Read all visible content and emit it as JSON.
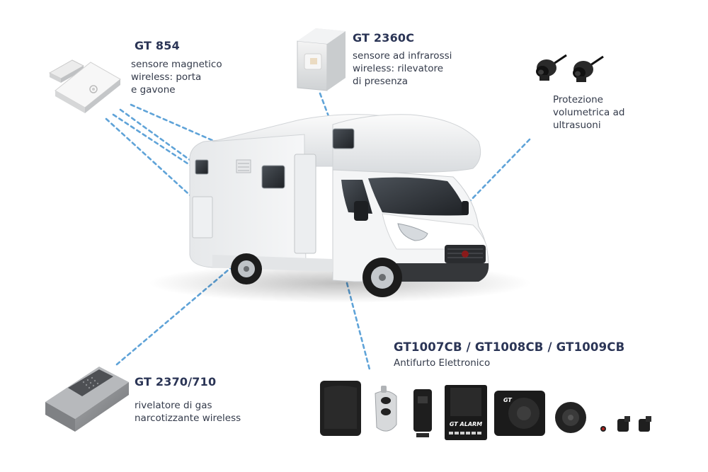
{
  "products": {
    "gt854": {
      "code": "GT 854",
      "desc_lines": [
        "sensore magnetico",
        "wireless: porta",
        "e gavone"
      ]
    },
    "gt2360c": {
      "code": "GT 2360C",
      "desc_lines": [
        "sensore ad infrarossi",
        "wireless: rilevatore",
        "di presenza"
      ]
    },
    "ultrasound": {
      "desc_lines": [
        "Protezione",
        "volumetrica ad",
        "ultrasuoni"
      ]
    },
    "gt2370": {
      "code": "GT 2370/710",
      "desc_lines": [
        "rivelatore di gas",
        "narcotizzante wireless"
      ]
    },
    "alarm_kit": {
      "code": "GT1007CB / GT1008CB / GT1009CB",
      "desc": "Antifurto Elettronico",
      "logo_text": "GT ALARM",
      "siren_logo": "GT"
    }
  },
  "colors": {
    "heading": "#2b3556",
    "text": "#333a4a",
    "dash_line": "#5fa3d8",
    "camper_body": "#f2f3f4",
    "dark_device": "#1e1e1e"
  }
}
